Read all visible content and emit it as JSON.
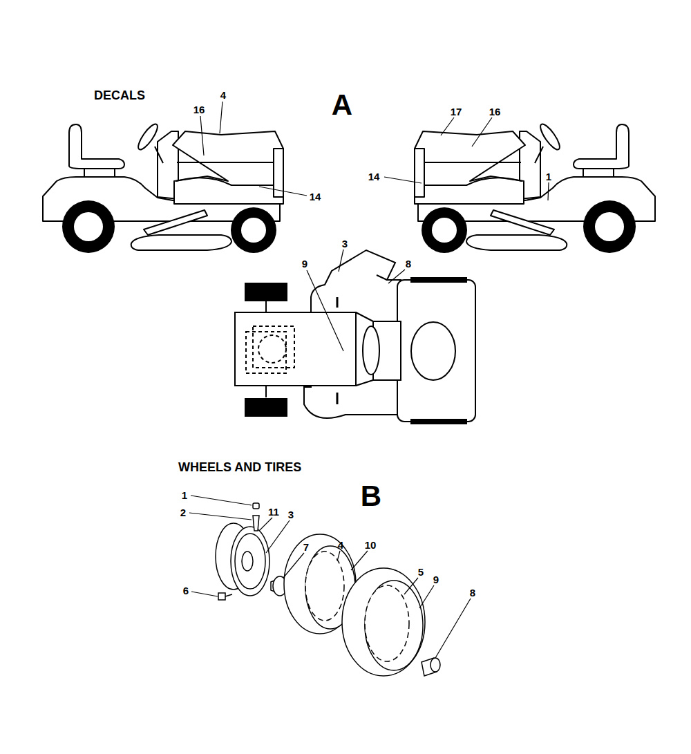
{
  "diagram": {
    "labels": [
      "DECALS",
      "4",
      "16",
      "A",
      "17",
      "16",
      "14",
      "14",
      "1",
      "3",
      "8",
      "9",
      "WHEELS AND TIRES",
      "B",
      "1",
      "2",
      "11",
      "3",
      "7",
      "6",
      "4",
      "10",
      "5",
      "9",
      "8"
    ]
  }
}
